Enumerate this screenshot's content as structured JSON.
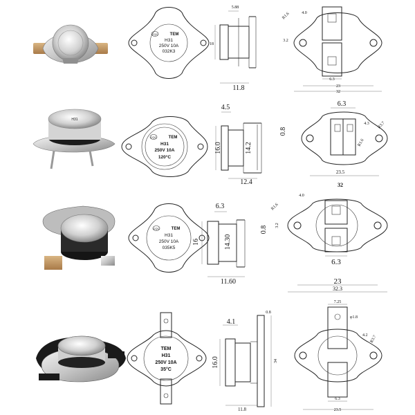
{
  "colors": {
    "line": "#222222",
    "metal_light": "#e6e6e6",
    "metal_mid": "#b4b4b4",
    "metal_dark": "#6e6e6e",
    "tab": "#c8a070",
    "base_black": "#1a1a1a",
    "paper": "#ffffff"
  },
  "icons": [
    "thermostat-photo",
    "top-view-outline",
    "side-view-outline",
    "terminal-view-outline"
  ],
  "rows": [
    {
      "face": {
        "brand": "TEM",
        "model": "H31",
        "rating": "250V 10A",
        "code": "032K3"
      },
      "side": {
        "left": "5.88",
        "height": "18",
        "bottom": "11.8"
      },
      "term": {
        "r": "R1.6",
        "a": "4.0",
        "b": "3.2",
        "c": "6.3",
        "d": "23",
        "e": "32"
      }
    },
    {
      "face": {
        "brand": "TEM",
        "model": "H31",
        "rating": "250V 10A",
        "code": "120°C"
      },
      "side": {
        "left": "4.5",
        "height": "16.0",
        "mid": "14.2",
        "right": "0.8",
        "bottom": "12.4"
      },
      "term": {
        "top": "6.3",
        "a": "4.3",
        "r": "R1.6",
        "b": "R3.7",
        "d": "23.5",
        "e": "32"
      }
    },
    {
      "face": {
        "brand": "TEM",
        "model": "H31",
        "rating": "250V 10A",
        "code": "035K5"
      },
      "side": {
        "left": "6.3",
        "height": "16",
        "mid": "14.30",
        "right": "0.8",
        "bottom": "11.60"
      },
      "term": {
        "r": "R1.6",
        "a": "4.0",
        "b": "3.2",
        "c": "6.3",
        "d": "23",
        "e": "32.3"
      }
    },
    {
      "face": {
        "brand": "TEM",
        "model": "H31",
        "rating": "250V 10A",
        "code": "35°C"
      },
      "side": {
        "left": "4.1",
        "height": "16.0",
        "mid": "34",
        "right": "0.8",
        "bottom": "11.8"
      },
      "term": {
        "top": "7.25",
        "hole": "φ1.8",
        "a": "4.2",
        "b": "R3.7",
        "c": "6.3",
        "d": "23.5"
      }
    }
  ]
}
